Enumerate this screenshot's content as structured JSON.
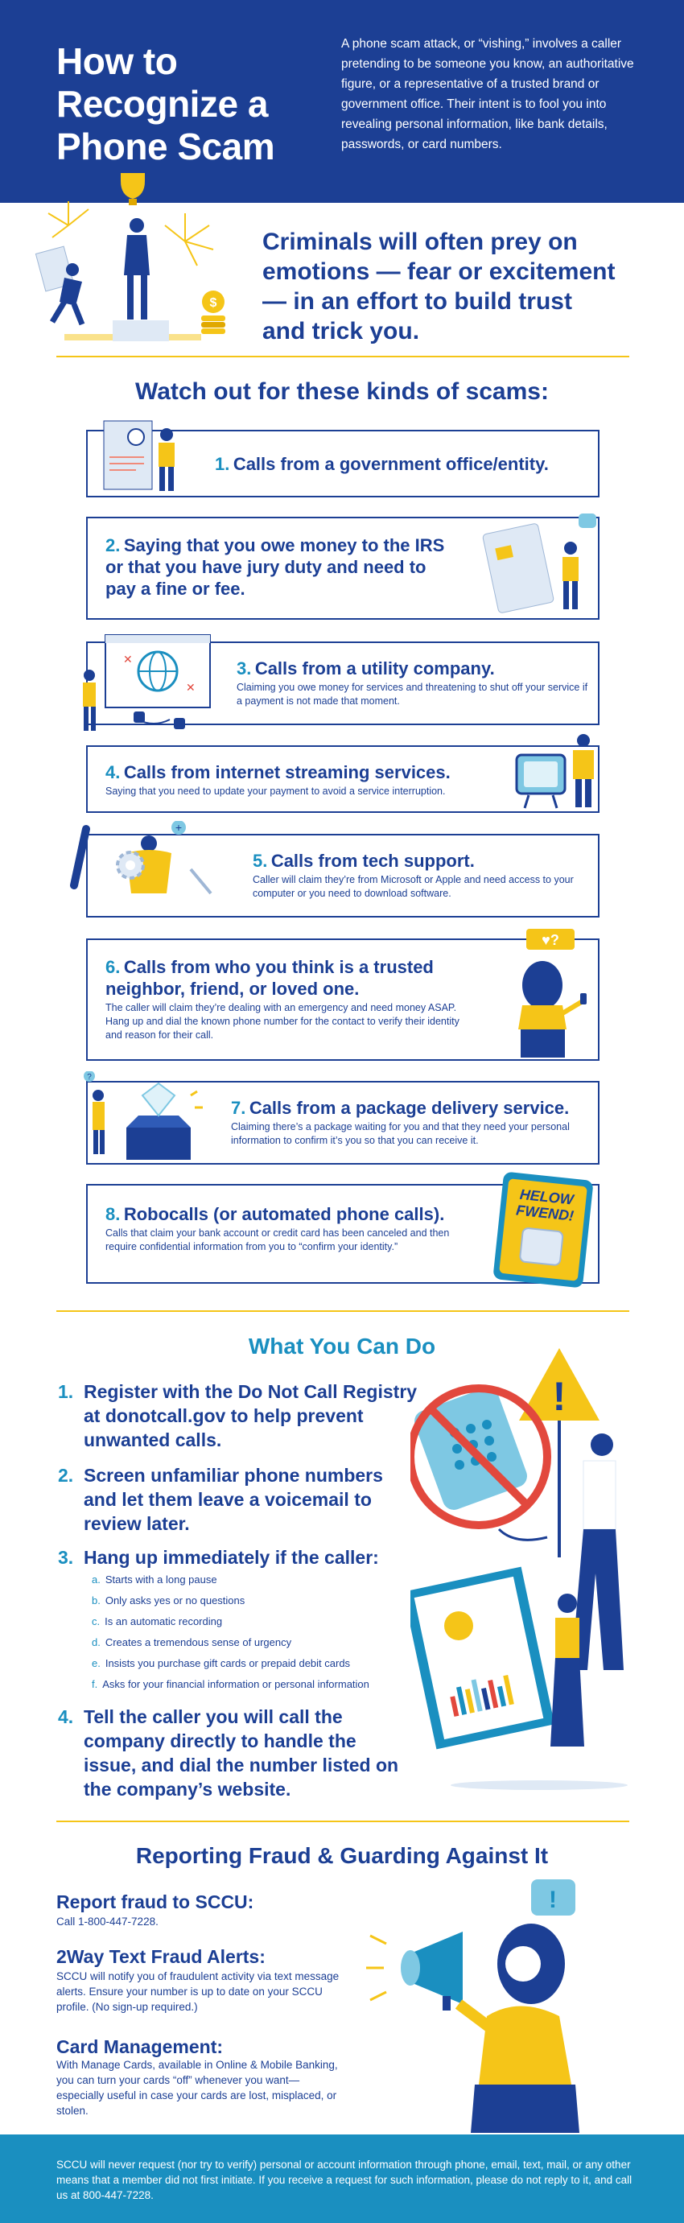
{
  "header": {
    "title": "How to Recognize a Phone Scam",
    "intro": "A phone scam attack, or “vishing,” involves a caller pretending to be someone you know, an authoritative figure, or a representative of a trusted brand or government office. Their intent is to fool you into revealing personal information, like bank details, passwords, or card numbers."
  },
  "hero": {
    "text": "Criminals will often prey on emotions — fear or excitement — in an effort to build trust and trick you."
  },
  "watch": {
    "title": "Watch out for these kinds of scams:",
    "items": [
      {
        "num": "1.",
        "title": "Calls from a government office/entity.",
        "desc": ""
      },
      {
        "num": "2.",
        "title": "Saying that you owe money to the IRS or that you have jury duty and need to pay a fine or fee.",
        "desc": ""
      },
      {
        "num": "3.",
        "title": "Calls from a utility company.",
        "desc": "Claiming you owe money for services and threatening to shut off your service if a payment is not made that moment."
      },
      {
        "num": "4.",
        "title": "Calls from internet streaming services.",
        "desc": "Saying that you need to update your payment to avoid a service interruption."
      },
      {
        "num": "5.",
        "title": "Calls from tech support.",
        "desc": "Caller will claim they’re from Microsoft or Apple and need access to your computer or you need to download software."
      },
      {
        "num": "6.",
        "title": "Calls from who you think is a trusted neighbor, friend, or loved one.",
        "desc": "The caller will claim they’re dealing with an emergency and need money ASAP. Hang up and dial the known phone number for the contact to verify their identity and reason for their call."
      },
      {
        "num": "7.",
        "title": "Calls from a package delivery service.",
        "desc": "Claiming there’s a package waiting for you and that they need your personal information to confirm it’s you so that you can receive it."
      },
      {
        "num": "8.",
        "title": "Robocalls (or automated phone calls).",
        "desc": "Calls that claim your bank account or credit card has been canceled and then require confidential information from you to “confirm your identity.”"
      }
    ],
    "robot_sign": "HELOW FWEND!"
  },
  "wycd": {
    "title": "What You Can Do",
    "items": [
      {
        "num": "1.",
        "text": "Register with the Do Not Call Registry at donotcall.gov to help prevent unwanted calls."
      },
      {
        "num": "2.",
        "text": "Screen unfamiliar phone numbers and let them leave a voicemail to review later."
      },
      {
        "num": "3.",
        "text": "Hang up immediately if the caller:"
      },
      {
        "num": "4.",
        "text": "Tell the caller you will call the company directly to handle the issue, and dial the number listed on the company’s website."
      }
    ],
    "subitems": [
      {
        "letter": "a.",
        "text": "Starts with a long pause"
      },
      {
        "letter": "b.",
        "text": "Only asks yes or no questions"
      },
      {
        "letter": "c.",
        "text": "Is an automatic recording"
      },
      {
        "letter": "d.",
        "text": "Creates a tremendous sense of urgency"
      },
      {
        "letter": "e.",
        "text": "Insists you purchase gift cards or prepaid debit cards"
      },
      {
        "letter": "f.",
        "text": "Asks for your financial information or personal information"
      }
    ]
  },
  "reporting": {
    "title": "Reporting Fraud & Guarding Against It",
    "blocks": [
      {
        "heading": "Report fraud to SCCU:",
        "text": "Call 1-800-447-7228."
      },
      {
        "heading": "2Way Text Fraud Alerts:",
        "text": "SCCU will notify you of fraudulent activity via text message alerts. Ensure your number is up to date on your SCCU profile. (No sign-up required.)"
      },
      {
        "heading": "Card Management:",
        "text": "With Manage Cards, available in Online & Mobile Banking, you can turn your cards “off” whenever you want—especially useful in case your cards are lost, misplaced, or stolen."
      }
    ]
  },
  "footer": {
    "text": "SCCU will never request (nor try to verify) personal or account information through phone, email, text, mail, or any other means that a member did not first initiate. If you receive a request for such information, please do not reply to it, and call us at 800-447-7228."
  },
  "colors": {
    "navy": "#1c3f94",
    "teal": "#1a8fc0",
    "yellow": "#f5c518"
  }
}
